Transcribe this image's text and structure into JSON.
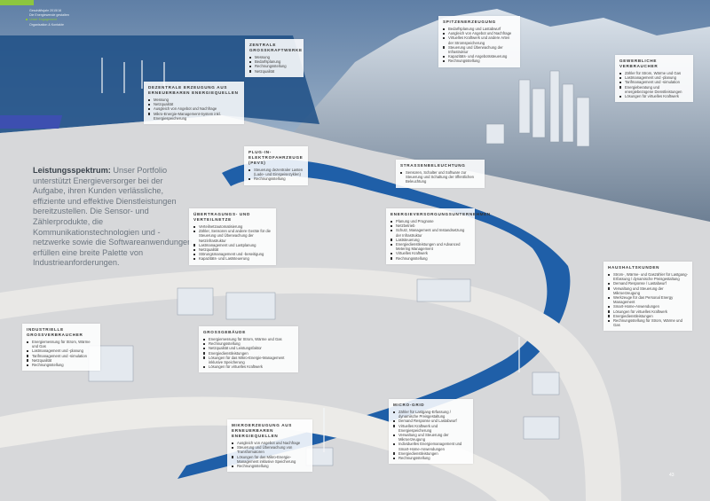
{
  "nav": {
    "items": [
      "Geschäftsjahr 2015/16",
      "Die Energiewende gestalten",
      "Unser Engagement",
      "Organisation & Kontakte"
    ],
    "active_index": 2
  },
  "intro": {
    "lead": "Leistungsspektrum:",
    "text": " Unser Portfolio unterstützt Energieversorger bei der Aufgabe, ihren Kunden verlässliche, effiziente und effektive Dienstleistungen bereitzustellen. Die Sensor- und Zählerprodukte, die Kommunikationstechnologien und -netzwerke sowie die Softwareanwendungen erfüllen eine breite Palette von Industrieanforderungen."
  },
  "boxes": [
    {
      "id": "zentrale-grosskraftwerke",
      "title": "Zentrale Grosskraftwerke",
      "items": [
        "Messung",
        "Bedarfsplanung",
        "Rechnungsstellung",
        "Netzqualität"
      ]
    },
    {
      "id": "dezentrale-erzeugung",
      "title": "Dezentrale Erzeugung aus erneuerbaren Energiequellen",
      "items": [
        "Messung",
        "Netzqualität",
        "Ausgleich von Angebot und Nachfrage",
        "Mikro-Energie-Management-System inkl. Energiespeicherung"
      ]
    },
    {
      "id": "spitzenerzeugung",
      "title": "Spitzenerzeugung",
      "items": [
        "Bedarfsplanung und Lastabwurf",
        "Ausgleich von Angebot und Nachfrage",
        "Virtuelles Kraftwerk und andere Arten der Stromspeicherung",
        "Steuerung und Überwachung der Infrastruktur",
        "Kapazitäts- und Angebotssteuerung",
        "Rechnungsstellung"
      ]
    },
    {
      "id": "gewerbliche-verbraucher",
      "title": "Gewerbliche Verbraucher",
      "items": [
        "Zähler für Strom, Wärme und Gas",
        "Lastmanagement und -planung",
        "Tarifmanagement und -simulation",
        "Energieberatung und energiebezogene Dienstleistungen",
        "Lösungen für virtuelles Kraftwerk"
      ]
    },
    {
      "id": "plug-in-elektrofahrzeuge",
      "title": "Plug-in-Elektrofahrzeuge (PEVs)",
      "items": [
        "Steuerung dezentraler Lasten (Lade- und Einspeisezyklen)",
        "Rechnungsstellung"
      ]
    },
    {
      "id": "strassenbeleuchtung",
      "title": "Strassenbeleuchtung",
      "items": [
        "Sensoren, Schalter und Software zur Steuerung und Schaltung der öffentlichen Beleuchtung"
      ]
    },
    {
      "id": "uebertragungs-verteilnetze",
      "title": "Übertragungs- und Verteilnetze",
      "items": [
        "Verteilnetzautomatisierung",
        "Zähler, Sensoren und andere Geräte für die Steuerung und Überwachung der Netzinfrastruktur",
        "Lastmanagement und Lastplanung",
        "Netzqualität",
        "Störungsmanagement und -beseitigung",
        "Kapazitäts- und Laststeuerung"
      ]
    },
    {
      "id": "energieversorgungsunternehmen",
      "title": "Energieversorgungsunternehmen",
      "items": [
        "Planung und Prognose",
        "Netzbetrieb",
        "Schutz, Management und Instandsetzung der Infrastruktur",
        "Laststeuerung",
        "Energiedienstleistungen und Advanced Metering Management",
        "Virtuelles Kraftwerk",
        "Rechnungsstellung"
      ]
    },
    {
      "id": "haushaltskunden",
      "title": "Haushaltskunden",
      "items": [
        "Strom-, Wärme- und Gaszähler für Lastgang-Erfassung / dynamische Preisgestaltung",
        "Demand Response / Lastabwurf",
        "Verwaltung und Steuerung der Mikroerzeugung",
        "Werkzeuge für das Personal Energy Management",
        "Smart-Home-Anwendungen",
        "Lösungen für virtuelles Kraftwerk",
        "Energiedienstleistungen",
        "Rechnungsstellung für Strom, Wärme und Gas"
      ]
    },
    {
      "id": "industrielle-grossverbraucher",
      "title": "Industrielle Grossverbraucher",
      "items": [
        "Energiemessung für Strom, Wärme und Gas",
        "Lastmanagement und -planung",
        "Tarifmanagement und -simulation",
        "Netzqualität",
        "Rechnungsstellung"
      ]
    },
    {
      "id": "grossgebaeude",
      "title": "Grossgebäude",
      "items": [
        "Energiemessung für Strom, Wärme und Gas",
        "Rechnungsstellung",
        "Netzqualität und Leistungsfaktor",
        "Energiedienstleistungen",
        "Lösungen für das Mikro-Energie-Management inklusive Speicherung",
        "Lösungen für virtuelles Kraftwerk"
      ]
    },
    {
      "id": "mikroerzeugung",
      "title": "Mikroerzeugung aus erneuerbaren Energiequellen",
      "items": [
        "Ausgleich von Angebot und Nachfrage",
        "Steuerung und Überwachung von Transformatoren",
        "Lösungen für das Mikro-Energie-Management inklusive Speicherung",
        "Rechnungsstellung"
      ]
    },
    {
      "id": "micro-grid",
      "title": "Micro-Grid",
      "items": [
        "Zähler für Lastgang-Erfassung / dynamische Preisgestaltung",
        "Demand Response und Lastabwurf",
        "Virtuelles Kraftwerk und Energiespeicherung",
        "Verwaltung und Steuerung der Mikroerzeugung",
        "Individuelles Energiemanagement und Smart-Home-Anwendungen",
        "Energiedienstleistungen",
        "Rechnungsstellung"
      ]
    }
  ],
  "page_number": "43",
  "colors": {
    "accent": "#8cc63f",
    "river": "#1f5fa8",
    "sky": "#6f8fb3"
  }
}
